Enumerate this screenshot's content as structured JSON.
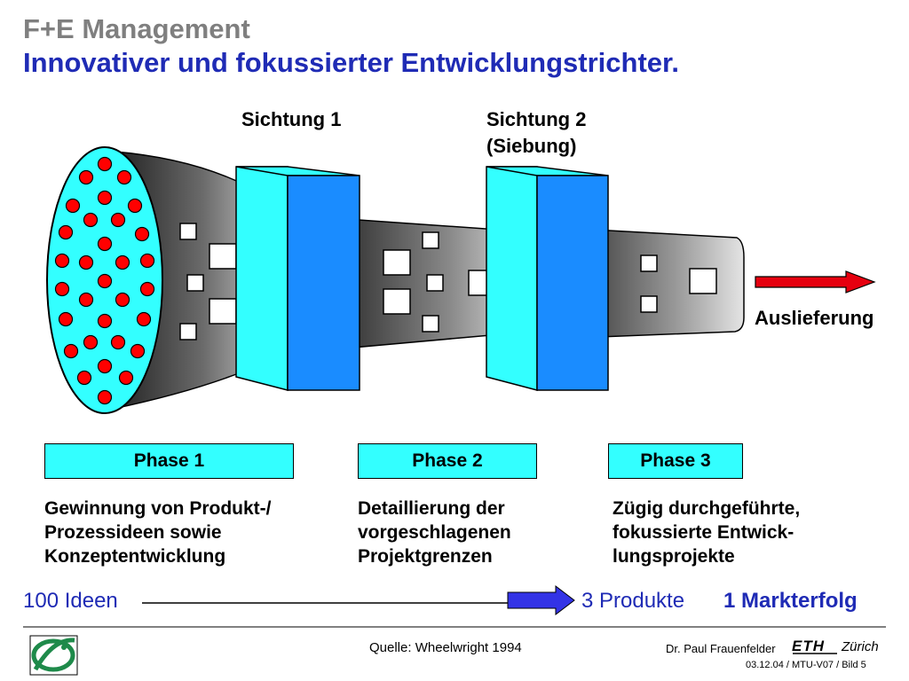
{
  "header": {
    "title": "F+E Management",
    "subtitle": "Innovativer und fokussierter Entwicklungstrichter."
  },
  "stages": {
    "screening1": "Sichtung 1",
    "screening2_line1": "Sichtung 2",
    "screening2_line2": "(Siebung)",
    "delivery": "Auslieferung"
  },
  "phases": [
    {
      "label": "Phase 1",
      "desc": [
        "Gewinnung von Produkt-/",
        "Prozessideen sowie",
        "Konzeptentwicklung"
      ]
    },
    {
      "label": "Phase 2",
      "desc": [
        "Detaillierung der",
        "vorgeschlagenen",
        "Projektgrenzen"
      ]
    },
    {
      "label": "Phase 3",
      "desc": [
        "Zügig durchgeführte,",
        "fokussierte Entwick-",
        "lungsprojekte"
      ]
    }
  ],
  "funnel_summary": {
    "start": "100 Ideen",
    "products": "3 Produkte",
    "success": "1 Markterfolg"
  },
  "footer": {
    "source": "Quelle: Wheelwright 1994",
    "author": "Dr. Paul Frauenfelder",
    "institution_abbr": "ETH",
    "institution_city": "Zürich",
    "slide_info": "03.12.04 / MTU-V07 / Bild 5"
  },
  "colors": {
    "title_gray": "#7f7f7f",
    "title_blue": "#1f2bb5",
    "cyan": "#33ffff",
    "screen_blue": "#1a8cff",
    "idea_red": "#ff0000",
    "arrow_red": "#e6000f",
    "arrow_blue": "#3333e6"
  },
  "icons": {
    "logo": "eth-swirl-logo-icon",
    "delivery_arrow": "right-arrow-icon",
    "flow_arrow": "right-arrow-icon"
  }
}
